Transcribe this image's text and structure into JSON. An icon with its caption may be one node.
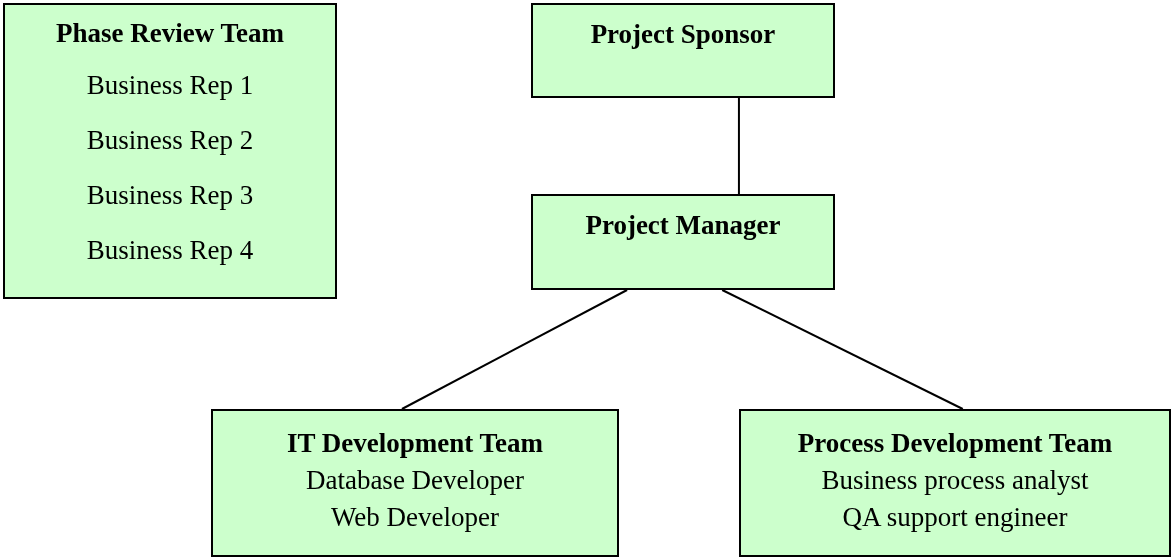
{
  "diagram": {
    "nodes": [
      {
        "text": [
          "Phase Review Team",
          "Business Rep 1",
          "Business Rep 2",
          "Business Rep 3",
          "Business Rep 4"
        ]
      },
      {
        "text": [
          "Project Sponsor"
        ]
      },
      {
        "text": [
          "Project Manager"
        ]
      },
      {
        "text": [
          "IT Development Team",
          "Database Developer",
          "Web Developer"
        ]
      },
      {
        "text": [
          "Process Development Team",
          "Business process analyst",
          "QA support engineer"
        ]
      }
    ],
    "edges": [
      {
        "from": 1,
        "to": 2,
        "arrow": "none"
      },
      {
        "from": 2,
        "to": 3,
        "arrow": "none"
      },
      {
        "from": 2,
        "to": 4,
        "arrow": "none"
      }
    ]
  }
}
